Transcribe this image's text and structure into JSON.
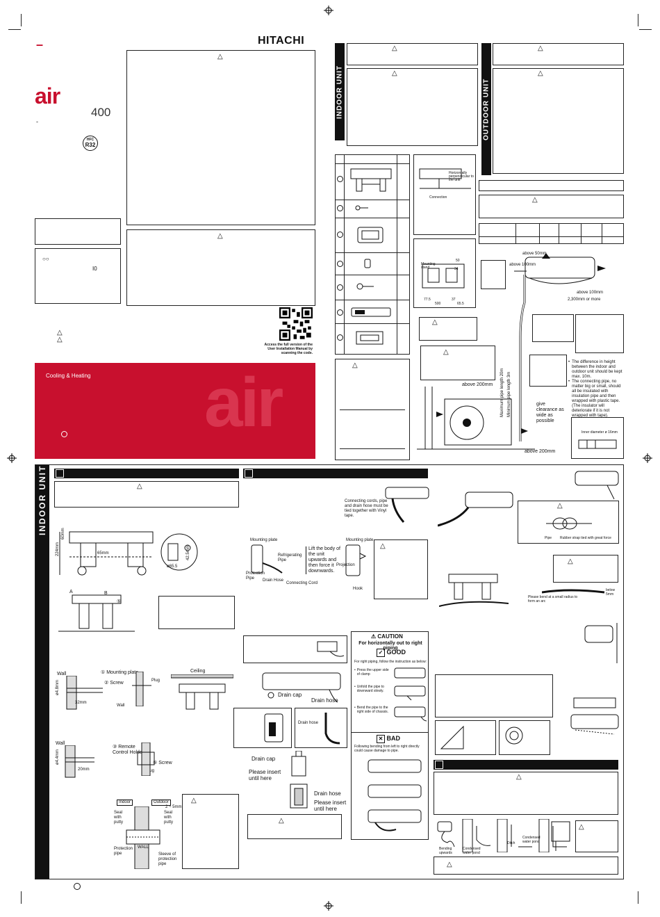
{
  "brand": {
    "logo": "HITACHI",
    "dash": "–",
    "product_name": "air",
    "model_number": "400",
    "small_dash": "-",
    "refrigerant_top": "HFC",
    "refrigerant": "R32"
  },
  "banner": {
    "tagline": "Cooling & Heating",
    "watermark": "air",
    "accent_color": "#c8102e"
  },
  "qr": {
    "caption_1": "Access the full version of the",
    "caption_2": "User Installation Manual by",
    "caption_3": "scanning the code."
  },
  "sections": {
    "indoor_unit": "INDOOR UNIT",
    "outdoor_unit": "OUTDOOR UNIT",
    "indoor_unit_bottom": "INDOOR UNIT"
  },
  "outdoor_diagram": {
    "above_50mm": "above 50mm",
    "above_100mm_left": "above 100mm",
    "above_100mm_right": "above 100mm",
    "above_200mm_top": "above 200mm",
    "above_200mm_bottom": "above 200mm",
    "distance_2300": "2,300mm or more",
    "max_pipe_length": "Maximum pipe length 20m",
    "min_pipe_length": "Minimum pipe length 3m",
    "height_diff_bullet_1": "The difference in height between the indoor and outdoor unit should be kept max. 10m.",
    "height_diff_bullet_2": "The connecting pipe, no matter big or small, should all be insulated with insulation pipe and then wrapped with plastic tape. (The insulator will deteriorate if it is not wrapped with tape).",
    "clearance": "give clearance as wide as possible",
    "inner_diameter": "Inner diameter ø 16mm"
  },
  "mounting_diagram": {
    "horizontal_note": "Horizontally perpendicular to the unit",
    "connection": "Connection",
    "mounting_stand": "Mounting stand",
    "dim_50": "50",
    "dim_34": "34",
    "dim_77_5": "77.5",
    "dim_500": "500",
    "dim_65_5": "65.5",
    "dim_37": "37"
  },
  "indoor_install": {
    "dim_60mm": "60mm",
    "dim_224mm": "224mm",
    "dim_65mm": "65mm",
    "dim_42_5": "42.5mm",
    "dim_65_5b": "ø65.5",
    "step_a": "A",
    "step_b": "B",
    "step_5": "⑤",
    "wall": "Wall",
    "wall2": "Wall",
    "wall3": "Wall",
    "wall_caps": "WALL",
    "mounting_plate": "① Mounting plate",
    "screw": "② Screw",
    "plug": "Plug",
    "plug2": "Plug",
    "ceiling": "Ceiling",
    "dia_4_8": "ø4.8mm",
    "dim_32mm": "32mm",
    "dia_4_4": "ø4.4mm",
    "dim_20mm": "20mm",
    "remote_holder": "③ Remote Control Holder",
    "screw5": "⑤ Screw",
    "indoor": "Indoor",
    "outdoor": "Outdoor",
    "seal_putty_1": "Seal with putty",
    "seal_putty_2": "Seal with putty",
    "protection_pipe": "Protection pipe",
    "sleeve": "Sleeve of protection pipe",
    "dim_2_5mm": "2 ~ 5mm"
  },
  "piping": {
    "tie_note": "Connecting cords, pipe and drain hose must be tied together with Vinyl tape.",
    "mounting_plate": "Mounting plate",
    "mounting_plate2": "Mounting plate",
    "refrigerating_pipe": "Refrigerating Pipe",
    "protection_pipe": "Protection Pipe",
    "drain_hose": "Drain Hose",
    "connecting_cord": "Connecting Cord",
    "lift_note": "Lift the body of the unit upwards and then force it downwards.",
    "projection": "Projection",
    "hook": "Hook",
    "drain_cap": "Drain cap",
    "drain_hose2": "Drain hose",
    "drain_hose3": "Drain hose",
    "drain_cap2": "Drain cap",
    "insert_1": "Please insert until here",
    "drain_hose4": "Drain hose",
    "insert_2": "Please insert until here",
    "pipe": "Pipe",
    "rubber_strap": "Rubber strap tied with great force",
    "bend_radius": "Please bend at a small radius to form an arc",
    "below_5mm": "below 5mm"
  },
  "caution_box": {
    "title": "CAUTION",
    "subtitle": "For horizontally out to right piping",
    "good": "GOOD",
    "intro": "For right piping, follow the instruction as below:",
    "step_1": "Press the upper side of clamp",
    "step_2": "Unfold the pipe to downward slowly.",
    "step_3": "Bend the pipe to the right side of chassis.",
    "bad": "BAD",
    "bad_note": "Following bending from left to right directly could cause damage to pipe."
  },
  "drain": {
    "bending_upwards": "Bending upwards",
    "condensed_1": "Condensed water pond",
    "ditch": "Ditch",
    "condensed_2": "Condensed water pond"
  }
}
